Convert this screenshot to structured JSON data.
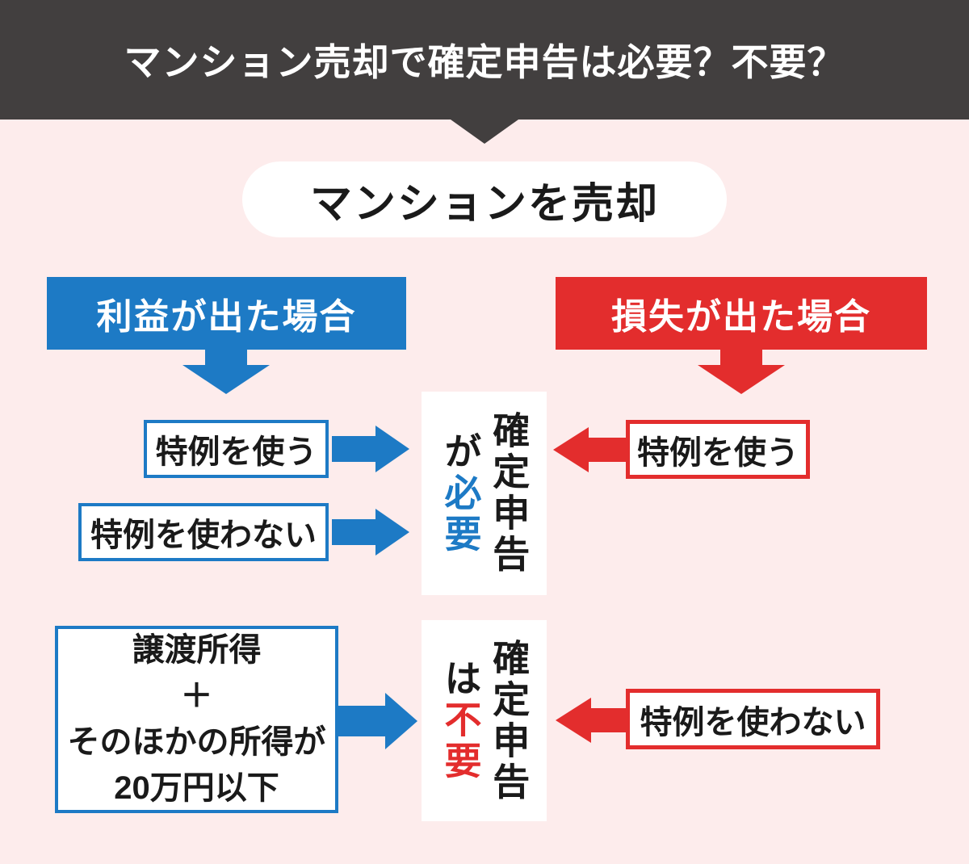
{
  "header": {
    "title": "マンション売却で確定申告は必要？不要？",
    "background_color": "#423f3f",
    "text_color": "#ffffff"
  },
  "page": {
    "background_color": "#fdecec"
  },
  "flow": {
    "start_label": "マンションを売却",
    "profit_branch": {
      "label": "利益が出た場合",
      "color": "#1d7ac5"
    },
    "loss_branch": {
      "label": "損失が出た場合",
      "color": "#e32d2d"
    },
    "profit_cases": {
      "use_special": "特例を使う",
      "not_use_special": "特例を使わない",
      "income_box": {
        "line1": "譲渡所得",
        "line2": "＋",
        "line3": "そのほかの所得が",
        "line4": "20万円以下"
      }
    },
    "loss_cases": {
      "use_special": "特例を使う",
      "not_use_special": "特例を使わない"
    },
    "results": {
      "required": {
        "subject": "確定申告",
        "particle": "が",
        "verdict": "必要",
        "verdict_color": "#1d7ac5"
      },
      "not_required": {
        "subject": "確定申告",
        "particle": "は",
        "verdict": "不要",
        "verdict_color": "#e32d2d"
      }
    }
  }
}
